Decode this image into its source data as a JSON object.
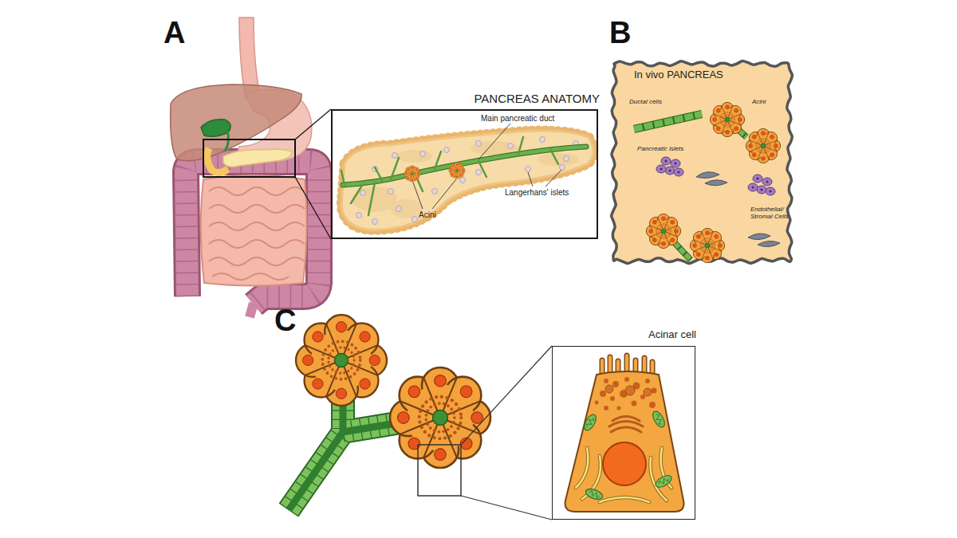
{
  "diagram": {
    "nodes": [
      {
        "text": [
          "PANCREAS ANATOMY",
          "Main pancreatic duct",
          "Acini",
          "Langerhans' islets"
        ]
      },
      {
        "text": [
          "In vivo PANCREAS",
          "Ductal cells",
          "Acini",
          "Pancreatic islets",
          "Endothelial/ Stromal Cells"
        ]
      },
      {
        "text": [
          "Acinar cell"
        ]
      }
    ],
    "labels": [
      "A",
      "B",
      "C"
    ]
  }
}
